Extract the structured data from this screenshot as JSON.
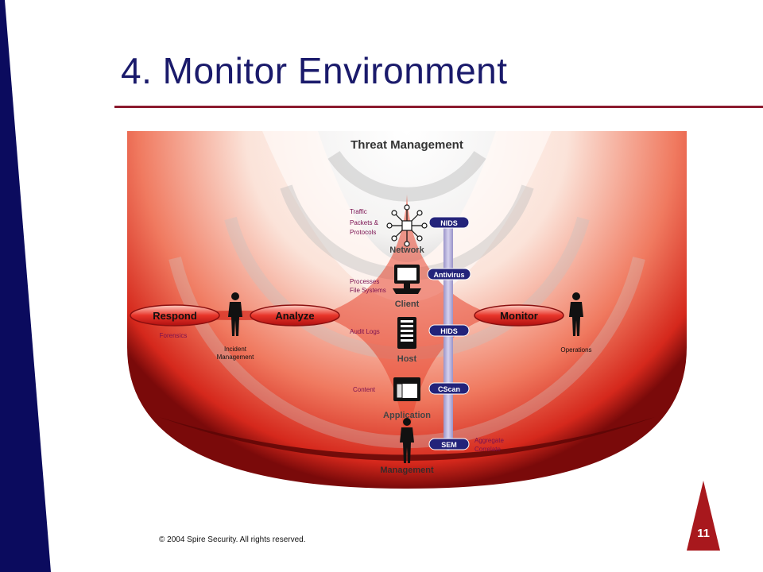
{
  "slide": {
    "title": "4. Monitor Environment",
    "page_number": "11",
    "copyright": "© 2004 Spire Security. All rights reserved."
  },
  "colors": {
    "navy": "#0b0b5e",
    "rule": "#8b1a2e",
    "accent_red": "#c8151b",
    "pill_blue": "#23237a"
  },
  "diagram": {
    "heading": "Threat Management",
    "processes": {
      "respond": "Respond",
      "analyze": "Analyze",
      "monitor": "Monitor"
    },
    "actors": {
      "incident_line1": "Incident",
      "incident_line2": "Management",
      "operations": "Operations"
    },
    "forensics": "Forensics",
    "layers": {
      "network": "Network",
      "client": "Client",
      "host": "Host",
      "application": "Application",
      "management": "Management"
    },
    "data_sources": {
      "traffic": "Traffic",
      "packets": "Packets &",
      "protocols": "Protocols",
      "processes": "Processes",
      "file_systems": "File Systems",
      "audit_logs": "Audit Logs",
      "content": "Content"
    },
    "tools": {
      "nids": "NIDS",
      "antivirus": "Antivirus",
      "hids": "HIDS",
      "cscan": "CScan",
      "sem": "SEM"
    },
    "sem_notes": {
      "aggregate": "Aggregate",
      "correlate": "Correlate"
    }
  }
}
